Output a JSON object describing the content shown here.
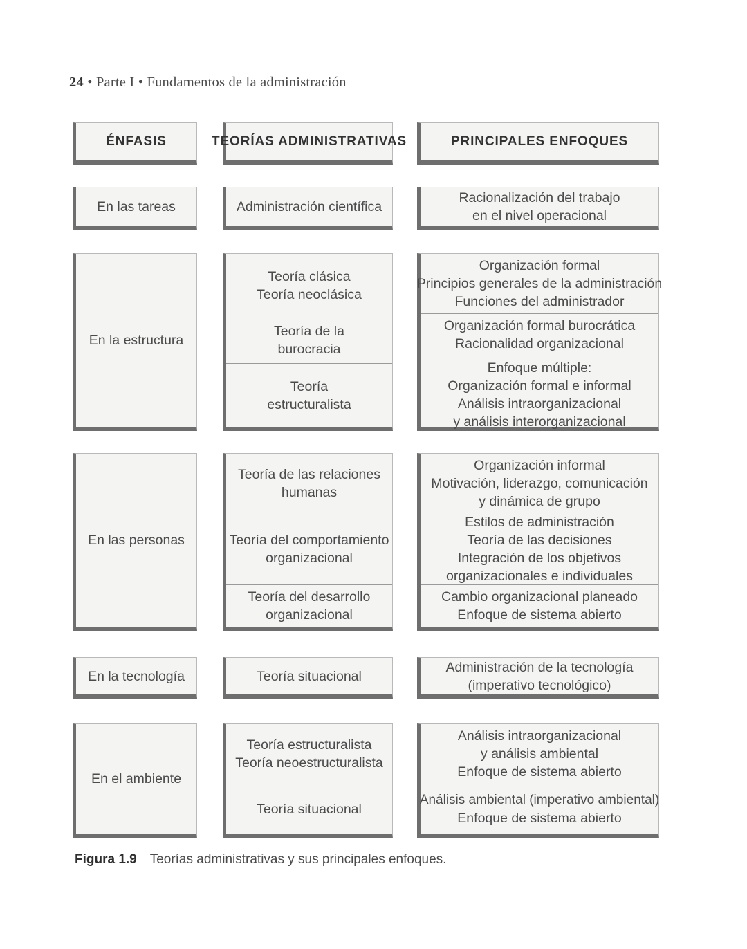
{
  "page": {
    "folio": "24",
    "header_sep1": "•",
    "part": "Parte I",
    "header_sep2": "•",
    "book_section": "Fundamentos de la administración",
    "running_head": "24 • Parte I • Fundamentos de la administración"
  },
  "figure": {
    "caption_label": "Figura 1.9",
    "caption_text": "Teorías administrativas y sus principales enfoques.",
    "columns": [
      {
        "id": "enfasis",
        "header": "ÉNFASIS"
      },
      {
        "id": "teorias",
        "header": "TEORÍAS ADMINISTRATIVAS"
      },
      {
        "id": "enfoques",
        "header": "PRINCIPALES ENFOQUES"
      }
    ],
    "rows": [
      {
        "id": "tareas",
        "emphasis": "En las tareas",
        "groups": [
          {
            "theory": [
              "Administración científica"
            ],
            "approach": [
              "Racionalización del trabajo",
              "en el nivel operacional"
            ]
          }
        ]
      },
      {
        "id": "estructura",
        "emphasis": "En la estructura",
        "groups": [
          {
            "theory": [
              "Teoría clásica",
              "Teoría neoclásica"
            ],
            "approach": [
              "Organización formal",
              "Principios generales de la administración",
              "Funciones del administrador"
            ]
          },
          {
            "theory": [
              "Teoría de la",
              "burocracia"
            ],
            "approach": [
              "Organización formal burocrática",
              "Racionalidad organizacional"
            ]
          },
          {
            "theory": [
              "Teoría",
              "estructuralista"
            ],
            "approach": [
              "Enfoque múltiple:",
              "Organización formal e informal",
              "Análisis intraorganizacional",
              "y análisis interorganizacional"
            ]
          }
        ]
      },
      {
        "id": "personas",
        "emphasis": "En las personas",
        "groups": [
          {
            "theory": [
              "Teoría de las relaciones",
              "humanas"
            ],
            "approach": [
              "Organización informal",
              "Motivación, liderazgo, comunicación",
              "y dinámica de grupo"
            ]
          },
          {
            "theory": [
              "Teoría del comportamiento",
              "organizacional"
            ],
            "approach": [
              "Estilos de administración",
              "Teoría de las decisiones",
              "Integración de los objetivos",
              "organizacionales e individuales"
            ]
          },
          {
            "theory": [
              "Teoría del desarrollo",
              "organizacional"
            ],
            "approach": [
              "Cambio organizacional planeado",
              "Enfoque de sistema abierto"
            ]
          }
        ]
      },
      {
        "id": "tecnologia",
        "emphasis": "En la tecnología",
        "groups": [
          {
            "theory": [
              "Teoría situacional"
            ],
            "approach": [
              "Administración de la tecnología",
              "(imperativo tecnológico)"
            ]
          }
        ]
      },
      {
        "id": "ambiente",
        "emphasis": "En el ambiente",
        "groups": [
          {
            "theory": [
              "Teoría estructuralista",
              "Teoría neoestructuralista"
            ],
            "approach": [
              "Análisis intraorganizacional",
              "y análisis ambiental",
              "Enfoque de sistema abierto"
            ]
          },
          {
            "theory": [
              "Teoría situacional"
            ],
            "approach": [
              "Análisis ambiental (imperativo ambiental)",
              "Enfoque de sistema abierto"
            ]
          }
        ]
      }
    ]
  },
  "colors": {
    "page_background": "#ffffff",
    "box_fill": "#f4f4f3",
    "box_shadow_border": "#6e6e6e",
    "box_light_border": "#b9b9b9",
    "divider": "#9a9a9a",
    "text": "#4b4b4b",
    "heading_text": "#333333"
  }
}
